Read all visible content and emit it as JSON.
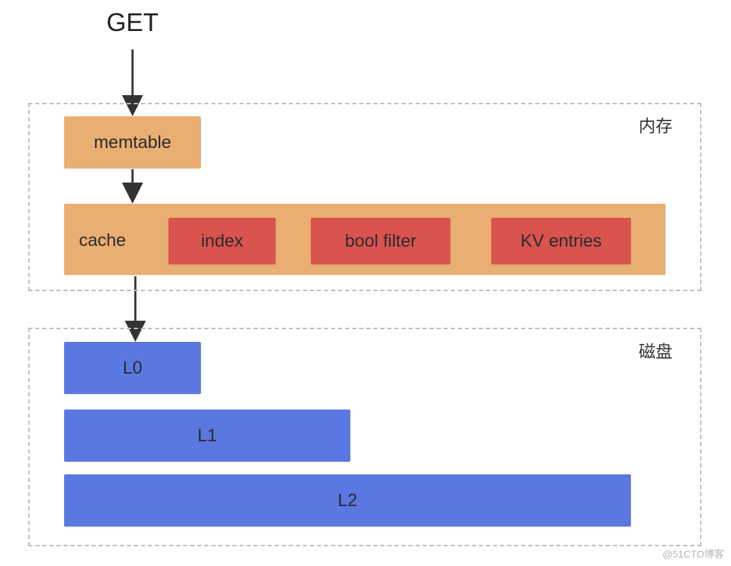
{
  "colors": {
    "orange": "#E9AE72",
    "red": "#D9534F",
    "blue": "#5B77E2",
    "arrow": "#333333",
    "dashed_border": "#BDBDBD"
  },
  "entry": {
    "label": "GET"
  },
  "memory_region": {
    "label": "内存",
    "memtable": {
      "label": "memtable"
    },
    "cache": {
      "label": "cache",
      "items": [
        {
          "label": "index"
        },
        {
          "label": "bool filter"
        },
        {
          "label": "KV entries"
        }
      ]
    }
  },
  "disk_region": {
    "label": "磁盘",
    "levels": [
      {
        "label": "L0"
      },
      {
        "label": "L1"
      },
      {
        "label": "L2"
      }
    ]
  },
  "watermark": "@51CTO博客"
}
